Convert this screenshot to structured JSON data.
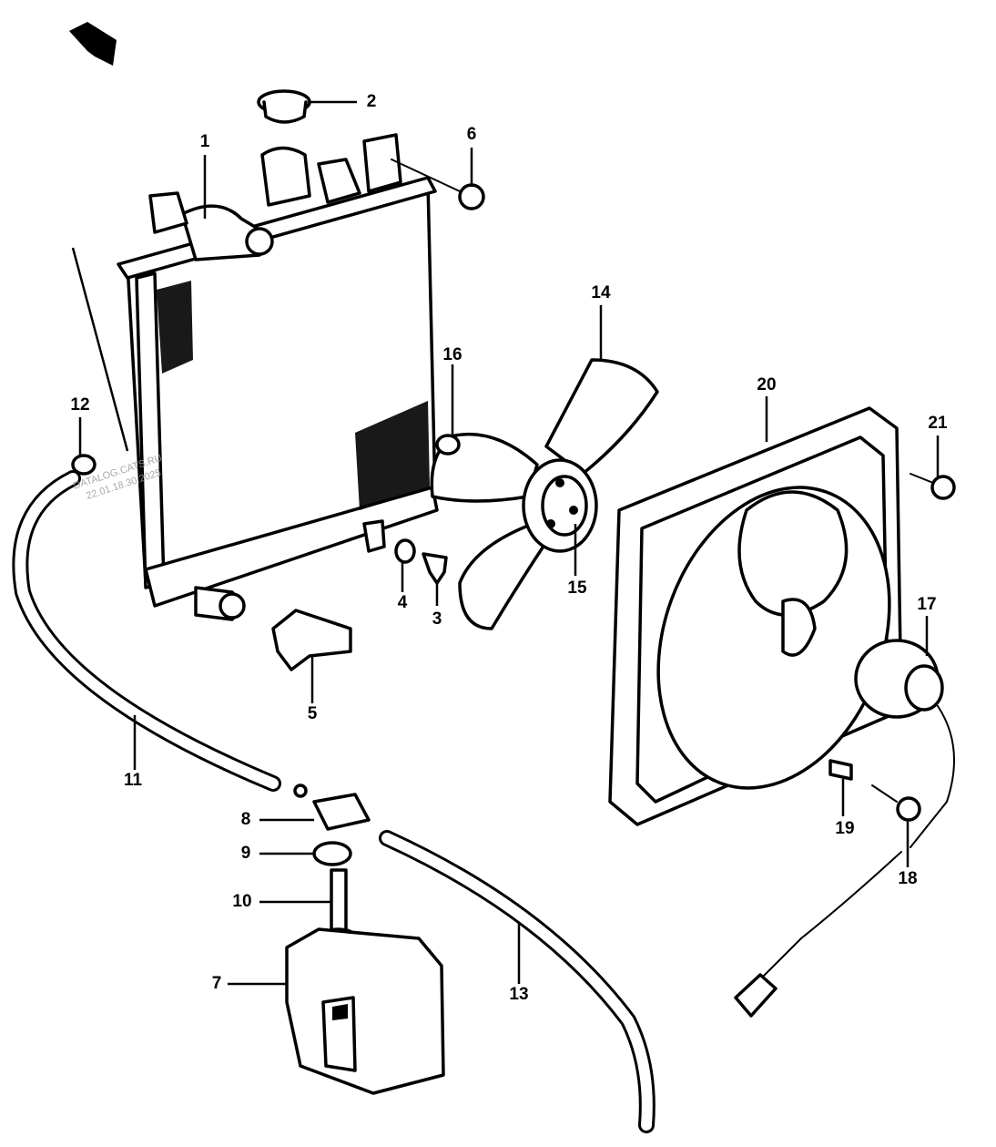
{
  "watermark": {
    "line1": "DATALOG.CATS.RU",
    "line2": "22.01.18.30.2025"
  },
  "callouts": [
    {
      "id": "1",
      "label": "1"
    },
    {
      "id": "2",
      "label": "2"
    },
    {
      "id": "3",
      "label": "3"
    },
    {
      "id": "4",
      "label": "4"
    },
    {
      "id": "5",
      "label": "5"
    },
    {
      "id": "6",
      "label": "6"
    },
    {
      "id": "7",
      "label": "7"
    },
    {
      "id": "8",
      "label": "8"
    },
    {
      "id": "9",
      "label": "9"
    },
    {
      "id": "10",
      "label": "10"
    },
    {
      "id": "11",
      "label": "11"
    },
    {
      "id": "12",
      "label": "12"
    },
    {
      "id": "13",
      "label": "13"
    },
    {
      "id": "14",
      "label": "14"
    },
    {
      "id": "15",
      "label": "15"
    },
    {
      "id": "16",
      "label": "16"
    },
    {
      "id": "17",
      "label": "17"
    },
    {
      "id": "18",
      "label": "18"
    },
    {
      "id": "19",
      "label": "19"
    },
    {
      "id": "20",
      "label": "20"
    },
    {
      "id": "21",
      "label": "21"
    }
  ]
}
